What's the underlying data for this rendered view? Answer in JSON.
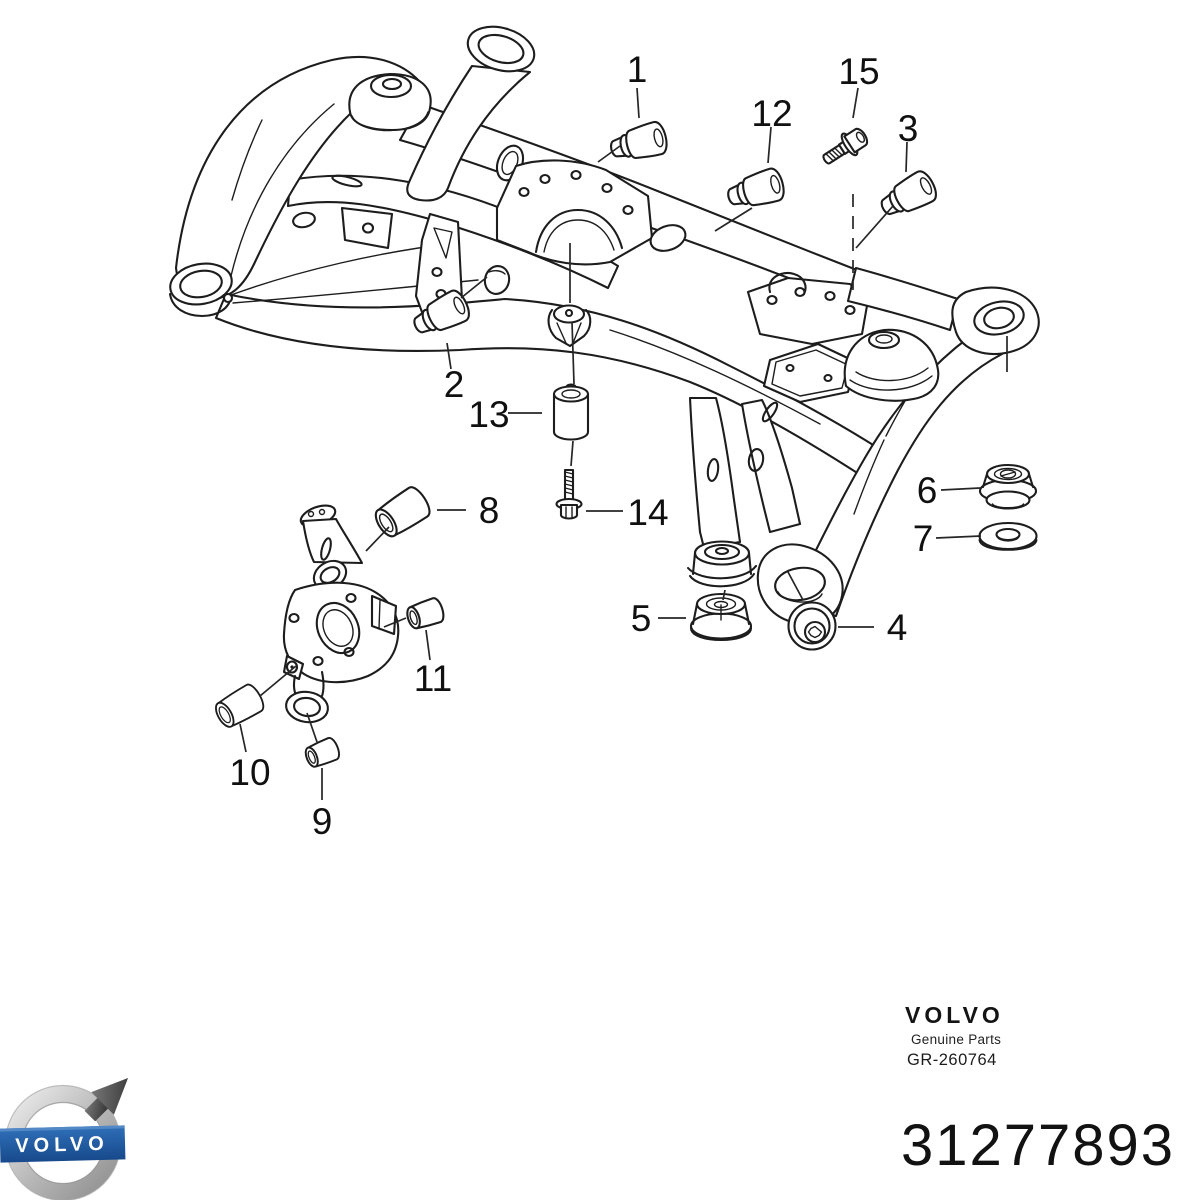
{
  "page": {
    "background": "#ffffff",
    "description_label": "Volvo rear subframe and bushing parts diagram"
  },
  "diagram": {
    "callouts": {
      "c1": "1",
      "c2": "2",
      "c3": "3",
      "c4": "4",
      "c5": "5",
      "c6": "6",
      "c7": "7",
      "c8": "8",
      "c9": "9",
      "c10": "10",
      "c11": "11",
      "c12": "12",
      "c13": "13",
      "c14": "14",
      "c15": "15"
    }
  },
  "brand": {
    "logo_wordmark": "VOLVO",
    "publisher": "VOLVO",
    "tagline": "Genuine Parts",
    "reference": "GR-260764"
  },
  "part_number": "31277893",
  "colors": {
    "line": "#1d1d1d",
    "text": "#121212",
    "logo_blue": "#1d5aa0",
    "logo_silver_light": "#e8e8e8",
    "logo_silver_dark": "#8f8f8f"
  }
}
